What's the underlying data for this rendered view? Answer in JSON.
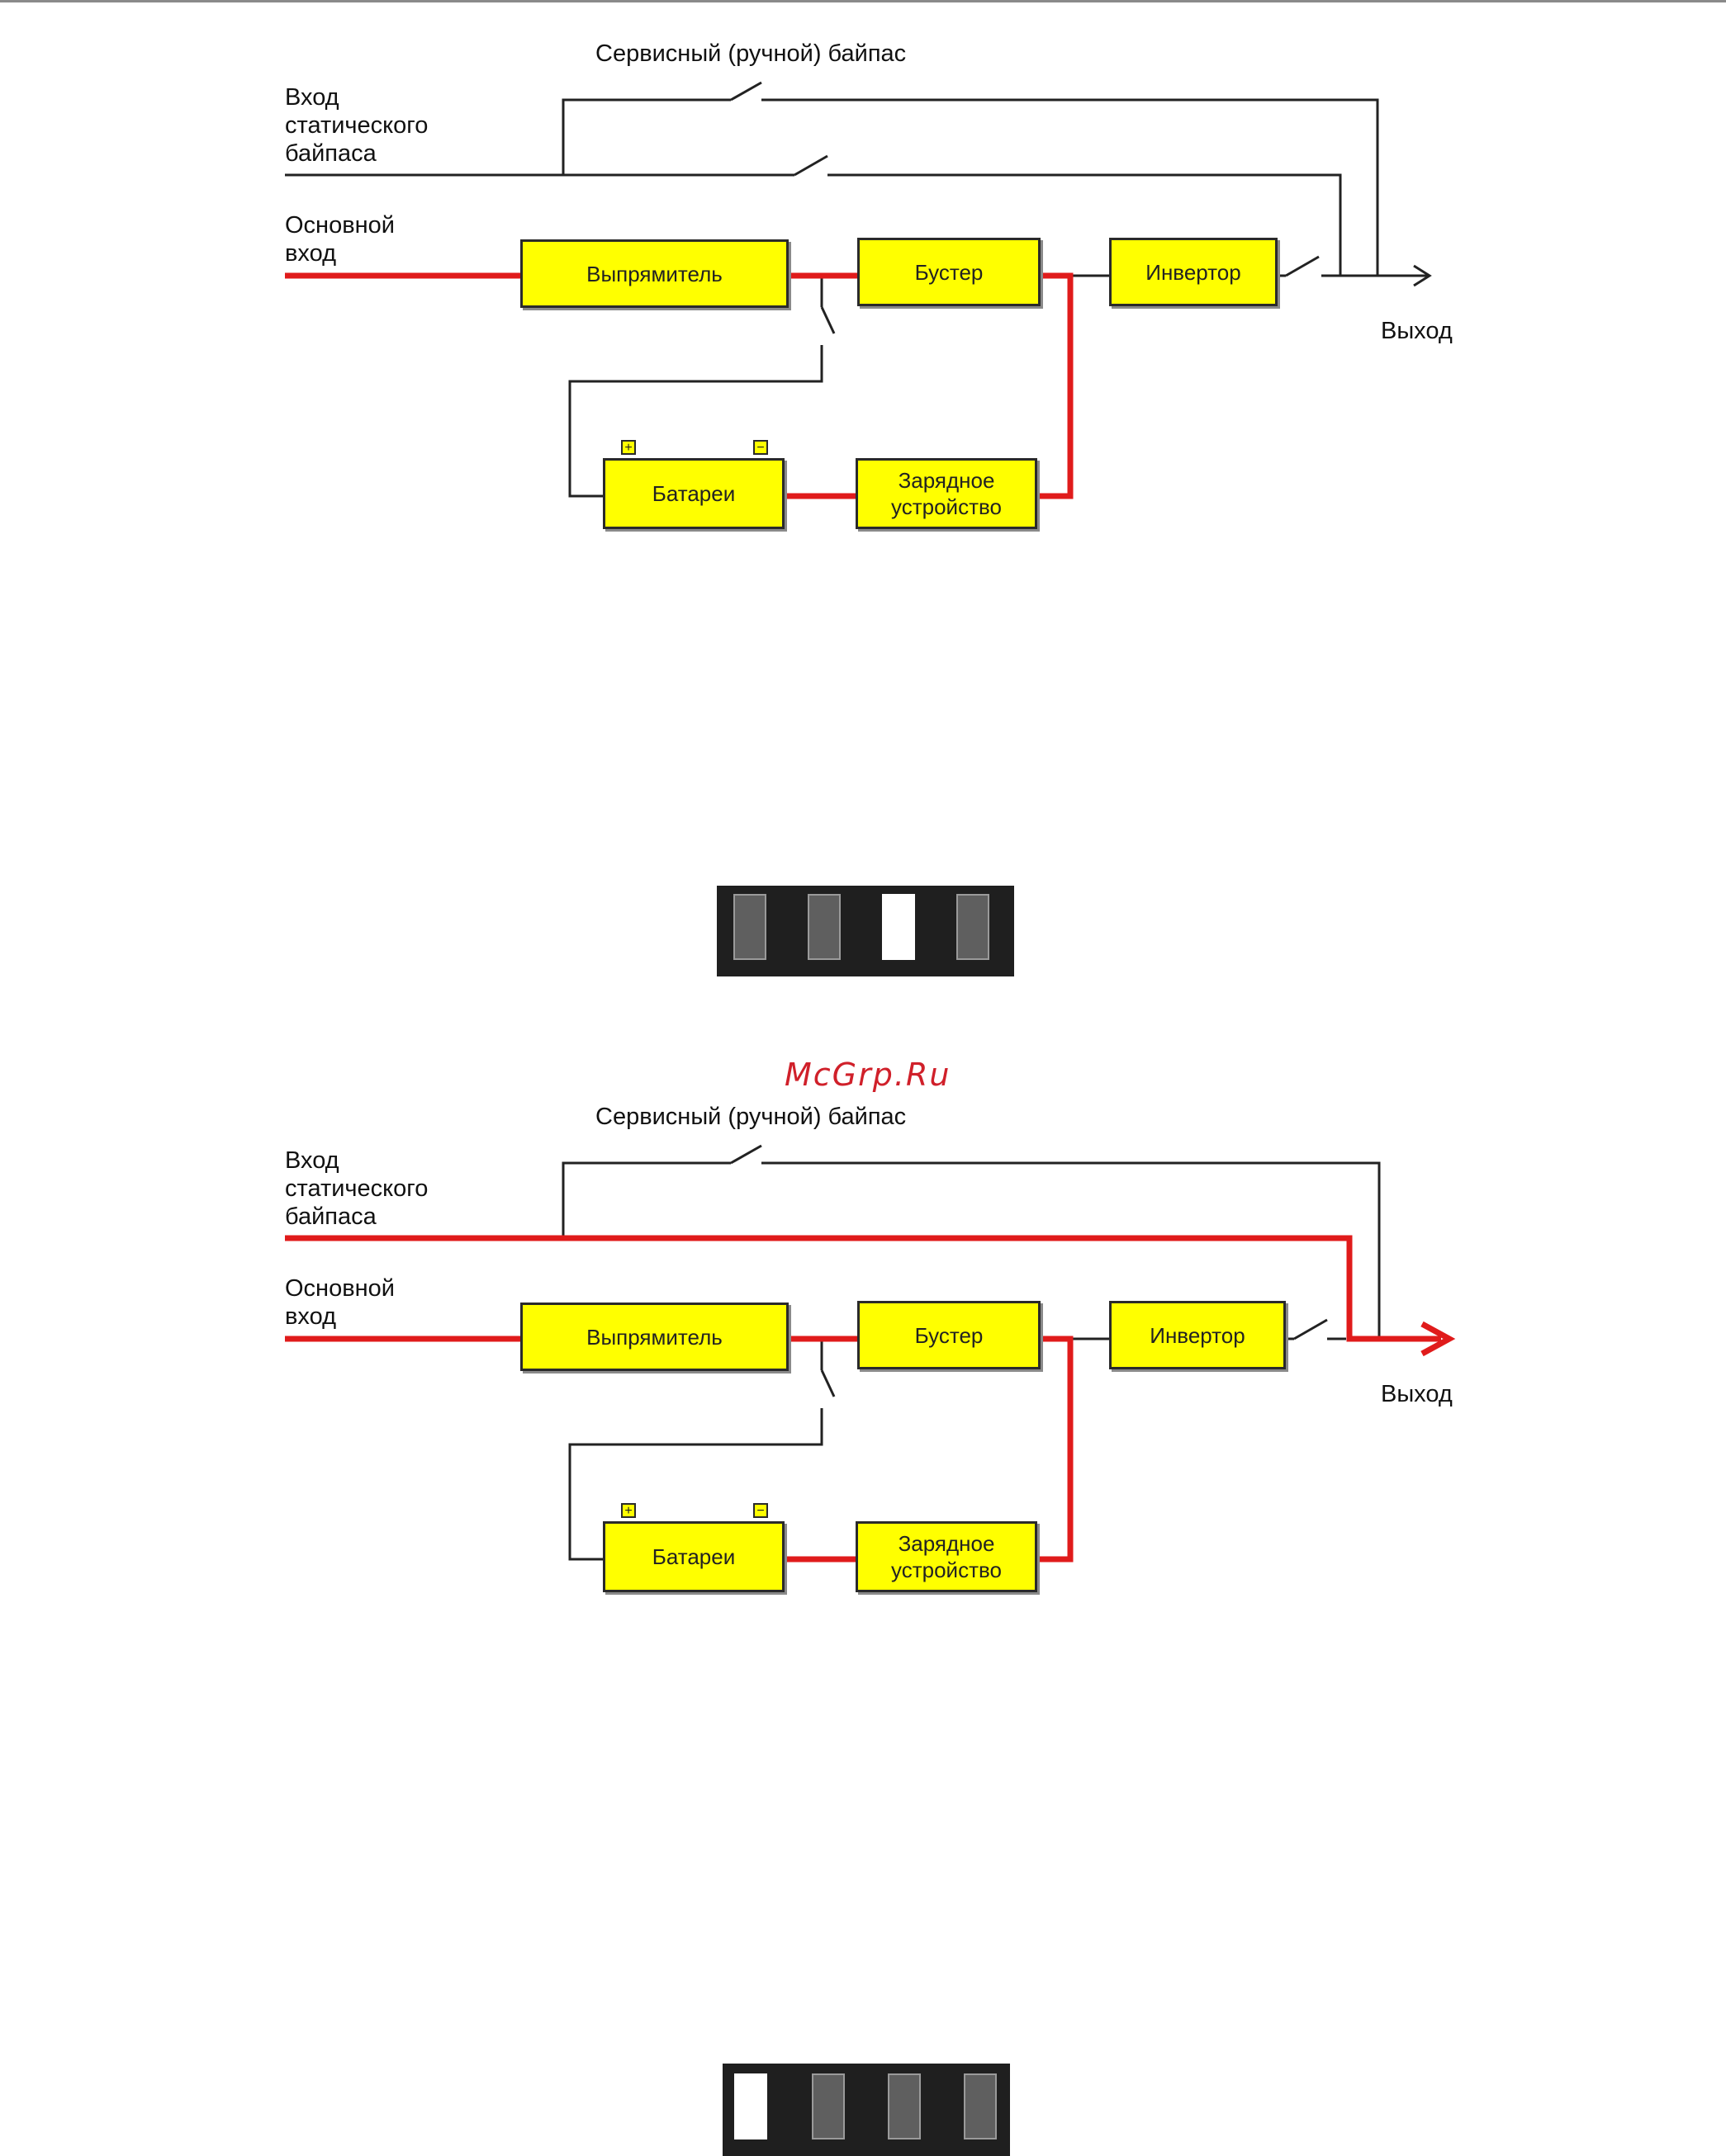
{
  "diagrams": [
    {
      "mode": "normal",
      "labels": {
        "service_bypass": "Сервисный (ручной) байпас",
        "static_bypass_input_1": "Вход",
        "static_bypass_input_2": "статического",
        "static_bypass_input_3": "байпаса",
        "main_input_1": "Основной",
        "main_input_2": "вход",
        "output": "Выход"
      },
      "blocks": {
        "rectifier": "Выпрямитель",
        "booster": "Бустер",
        "inverter": "Инвертор",
        "batteries": "Батареи",
        "charger_1": "Зарядное",
        "charger_2": "устройство"
      },
      "terminals": {
        "plus": "+",
        "minus": "−"
      }
    },
    {
      "mode": "static-bypass",
      "labels": {
        "service_bypass": "Сервисный (ручной) байпас",
        "static_bypass_input_1": "Вход",
        "static_bypass_input_2": "статического",
        "static_bypass_input_3": "байпаса",
        "main_input_1": "Основной",
        "main_input_2": "вход",
        "output": "Выход"
      },
      "blocks": {
        "rectifier": "Выпрямитель",
        "booster": "Бустер",
        "inverter": "Инвертор",
        "batteries": "Батареи",
        "charger_1": "Зарядное",
        "charger_2": "устройство"
      },
      "terminals": {
        "plus": "+",
        "minus": "−"
      }
    }
  ],
  "indicators": [
    {
      "lit_index": 2,
      "count": 4
    },
    {
      "lit_index": 0,
      "count": 4
    }
  ],
  "watermark": "McGrp.Ru",
  "colors": {
    "power_path": "#e01b1b",
    "block_fill": "#ffff00",
    "wire": "#222222"
  }
}
